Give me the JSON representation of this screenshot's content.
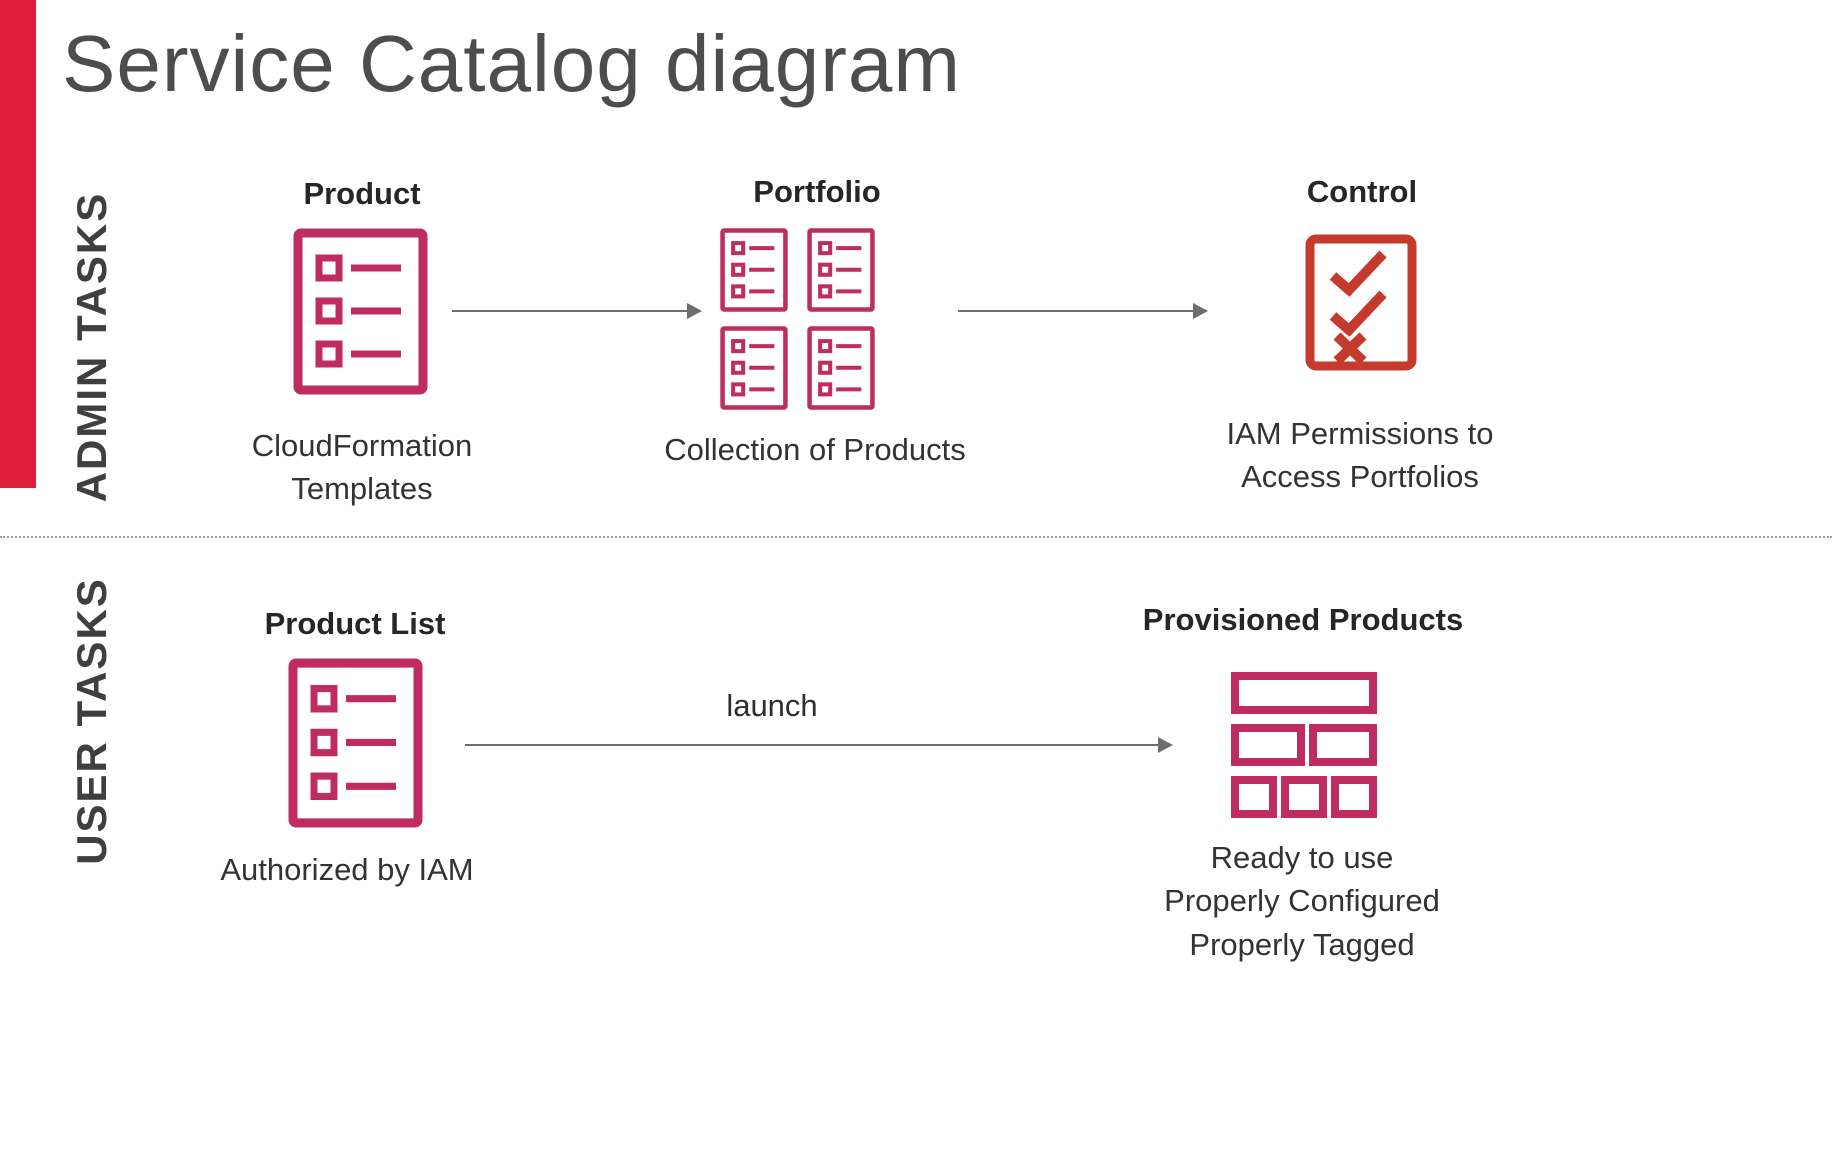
{
  "title": "Service Catalog diagram",
  "admin_section": {
    "label": "ADMIN TASKS",
    "product": {
      "title": "Product",
      "caption": "CloudFormation\nTemplates"
    },
    "portfolio": {
      "title": "Portfolio",
      "caption": "Collection of Products"
    },
    "control": {
      "title": "Control",
      "caption": "IAM Permissions to\nAccess Portfolios"
    }
  },
  "user_section": {
    "label": "USER TASKS",
    "product_list": {
      "title": "Product List",
      "caption": "Authorized by IAM"
    },
    "launch_label": "launch",
    "provisioned": {
      "title": "Provisioned Products",
      "caption": "Ready to use\nProperly Configured\nProperly Tagged"
    }
  },
  "icons": {
    "product": "list-document-icon",
    "portfolio": "list-document-grid-icon",
    "control": "checklist-icon",
    "provisioned": "blocks-grid-icon"
  },
  "colors": {
    "pink": "#bf2c61",
    "red": "#c43a2c",
    "text": "#333333",
    "corner_bar": "#e01f3d",
    "arrow": "#6e6e6e"
  }
}
